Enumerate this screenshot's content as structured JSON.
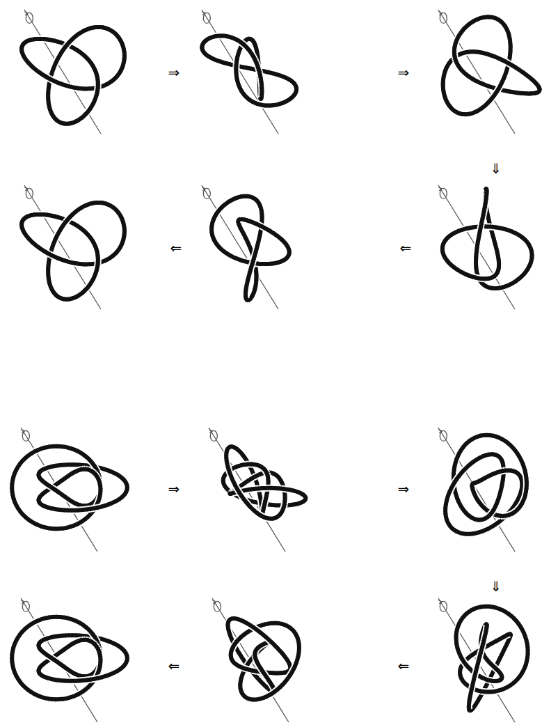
{
  "diagram": {
    "labels": [
      "⇒",
      "⇒",
      "⇓",
      "⇐",
      "⇐",
      "⇒",
      "⇒",
      "⇓",
      "⇐",
      "⇐"
    ]
  }
}
